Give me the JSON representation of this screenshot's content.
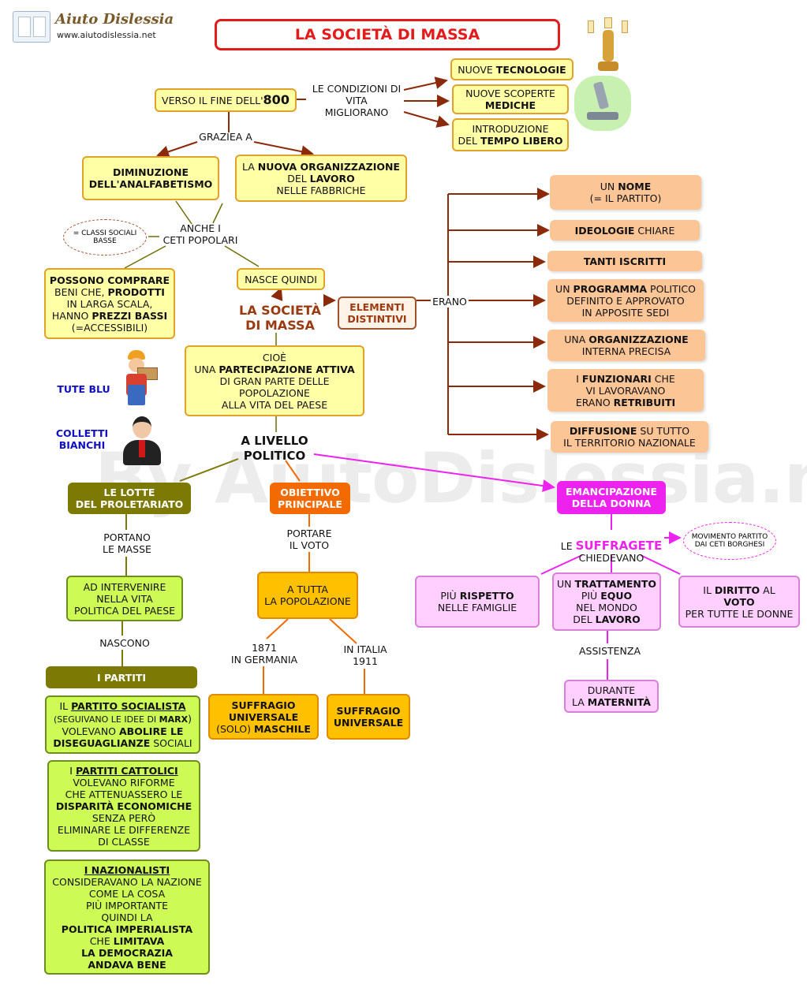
{
  "header": {
    "logo_name": "Aiuto Dislessia",
    "logo_url": "www.aiutodislessia.net",
    "title": "LA SOCIETÀ DI MASSA",
    "watermark": "By AiutoDislessia.net"
  },
  "top": {
    "verso_pre": "VERSO IL FINE DELL'",
    "verso_num": "800",
    "condizioni": "LE CONDIZIONI DI\nVITA\nMIGLIORANO",
    "tecnologie_pre": "NUOVE ",
    "tecnologie_b": "TECNOLOGIE",
    "scoperte_pre": "NUOVE SCOPERTE\n",
    "scoperte_b": "MEDICHE",
    "tempo_pre": "INTRODUZIONE\nDEL ",
    "tempo_b": "TEMPO LIBERO",
    "grazie": "GRAZIEA A"
  },
  "causes": {
    "analfabetismo": "DIMINUZIONE\nDELL'ANALFABETISMO",
    "org_1": "LA ",
    "org_b1": "NUOVA ORGANIZZAZIONE",
    "org_2": "\nDEL ",
    "org_b2": "LAVORO",
    "org_3": "\nNELLE FABBRICHE",
    "anche": "ANCHE I\nCETI POPOLARI",
    "classi": "= CLASSI SOCIALI\nBASSE",
    "possono_b1": "POSSONO COMPRARE",
    "possono_2": "\nBENI CHE, ",
    "possono_b2": "PRODOTTI",
    "possono_3": "\nIN LARGA SCALA,\nHANNO ",
    "possono_b3": "PREZZI BASSI",
    "possono_4": "\n(=ACCESSIBILI)",
    "nasce": "NASCE QUINDI",
    "societa": "LA SOCIETÀ\nDI MASSA",
    "elementi": "ELEMENTI\nDISTINTIVI",
    "erano": "ERANO"
  },
  "elements": [
    {
      "pre": "UN ",
      "b": "NOME",
      "post": "\n(= IL PARTITO)"
    },
    {
      "pre": "",
      "b": "IDEOLOGIE",
      "post": " CHIARE"
    },
    {
      "pre": "",
      "b": "TANTI ISCRITTI",
      "post": ""
    },
    {
      "pre": "UN ",
      "b": "PROGRAMMA",
      "post": " POLITICO\nDEFINITO E APPROVATO\nIN APPOSITE SEDI"
    },
    {
      "pre": "UNA ",
      "b": "ORGANIZZAZIONE",
      "post": "\nINTERNA PRECISA"
    },
    {
      "pre": "I ",
      "b": "FUNZIONARI",
      "post": " CHE\nVI LAVORAVANO\nERANO ",
      "b2": "RETRIBUITI"
    },
    {
      "pre": "",
      "b": "DIFFUSIONE",
      "post": " SU TUTTO\nIL TERRITORIO NAZIONALE"
    }
  ],
  "middle": {
    "tute_blu": "TUTE BLU",
    "colletti": "COLLETTI\nBIANCHI",
    "cioe_1": "CIOÈ\nUNA ",
    "cioe_b": "PARTECIPAZIONE ATTIVA",
    "cioe_2": "\nDI GRAN PARTE DELLE\nPOPOLAZIONE\nALLA VITA DEL PAESE",
    "livello": "A LIVELLO\nPOLITICO"
  },
  "left_branch": {
    "lotte": "LE LOTTE\nDEL PROLETARIATO",
    "portano": "PORTANO\nLE MASSE",
    "intervenire": "AD INTERVENIRE\nNELLA VITA\nPOLITICA DEL PAESE",
    "nascono": "NASCONO",
    "partiti": "I PARTITI",
    "soc_1": "IL ",
    "soc_b1": "PARTITO SOCIALISTA",
    "soc_2": "\n(SEGUIVANO LE IDEE DI ",
    "soc_b2": "MARX",
    "soc_3": ")\nVOLEVANO ",
    "soc_b3": "ABOLIRE LE\nDISEGUAGLIANZE",
    "soc_4": " SOCIALI",
    "catt_1": "I ",
    "catt_b1": "PARTITI CATTOLICI",
    "catt_2": "\nVOLEVANO RIFORME\nCHE ATTENUASSERO LE\n",
    "catt_b2": "DISPARITÀ ECONOMICHE",
    "catt_3": "\nSENZA PERÒ\nELIMINARE LE DIFFERENZE\nDI CLASSE",
    "naz_b1": "I NAZIONALISTI",
    "naz_2": "\nCONSIDERAVANO LA NAZIONE\nCOME LA COSA\nPIÙ IMPORTANTE\nQUINDI LA\n",
    "naz_b2": "POLITICA IMPERIALISTA",
    "naz_3": "\nCHE ",
    "naz_b3": "LIMITAVA\nLA DEMOCRAZIA\nANDAVA BENE"
  },
  "mid_branch": {
    "obiettivo": "OBIETTIVO\nPRINCIPALE",
    "portare": "PORTARE\nIL VOTO",
    "tutta": "A TUTTA\nLA POPOLAZIONE",
    "germania": "1871\nIN GERMANIA",
    "italia": "IN ITALIA\n1911",
    "maschile_b1": "SUFFRAGIO\nUNIVERSALE",
    "maschile_2": "\n(SOLO) ",
    "maschile_b2": "MASCHILE",
    "universale": "SUFFRAGIO\nUNIVERSALE"
  },
  "right_branch": {
    "emancipazione": "EMANCIPAZIONE\nDELLA DONNA",
    "le": "LE ",
    "suffragete": "SUFFRAGETE",
    "chiedevano": "\nCHIEDEVANO",
    "movimento": "MOVIMENTO PARTITO\nDAI CETI BORGHESI",
    "rispetto_1": "PIÙ ",
    "rispetto_b": "RISPETTO",
    "rispetto_2": "\nNELLE FAMIGLIE",
    "tratt_1": "UN ",
    "tratt_b1": "TRATTAMENTO",
    "tratt_2": "\nPIÙ ",
    "tratt_b2": "EQUO",
    "tratt_3": "\nNEL MONDO\nDEL ",
    "tratt_b3": "LAVORO",
    "diritto_1": "IL ",
    "diritto_b1": "DIRITTO",
    "diritto_2": " AL\n",
    "diritto_b2": "VOTO",
    "diritto_3": "\nPER TUTTE LE DONNE",
    "assistenza": "ASSISTENZA",
    "durante_1": "DURANTE\nLA ",
    "durante_b": "MATERNITÀ"
  },
  "colors": {
    "title_red": "#e31b1b",
    "arrow_brown": "#8b2a0a",
    "societa_brown": "#9b3a10",
    "olive": "#7c7a05",
    "orange": "#f26a00",
    "magenta": "#ee22ee",
    "blue_label": "#1010c0"
  }
}
